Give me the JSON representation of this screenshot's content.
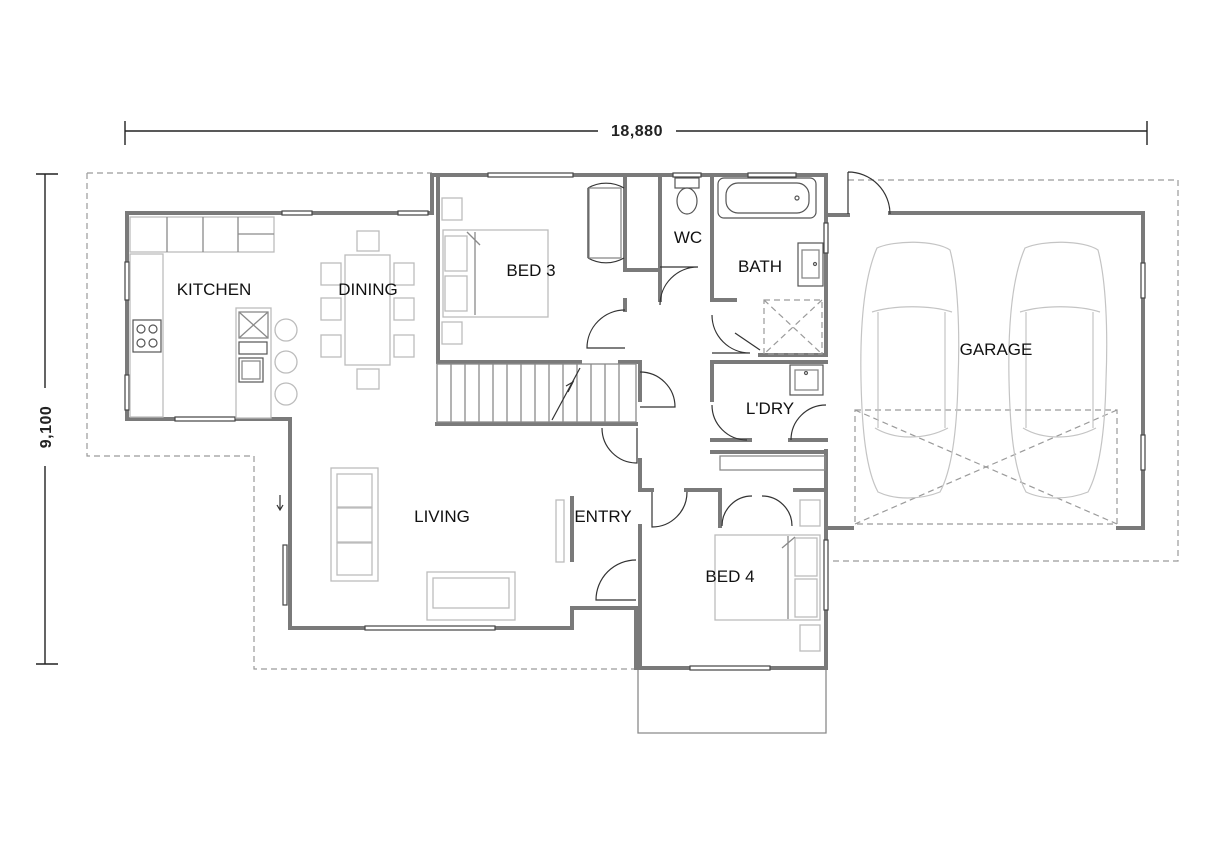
{
  "plan": {
    "overall_width": "18,880",
    "overall_depth": "9,100",
    "rooms": {
      "kitchen": "KITCHEN",
      "dining": "DINING",
      "bed3": "BED 3",
      "wc": "WC",
      "bath": "BATH",
      "garage": "GARAGE",
      "laundry": "L'DRY",
      "living": "LIVING",
      "entry": "ENTRY",
      "bed4": "BED 4"
    }
  },
  "colors": {
    "wall": "#7a7a7a",
    "furniture": "#bcbcbc",
    "ink": "#111111"
  }
}
